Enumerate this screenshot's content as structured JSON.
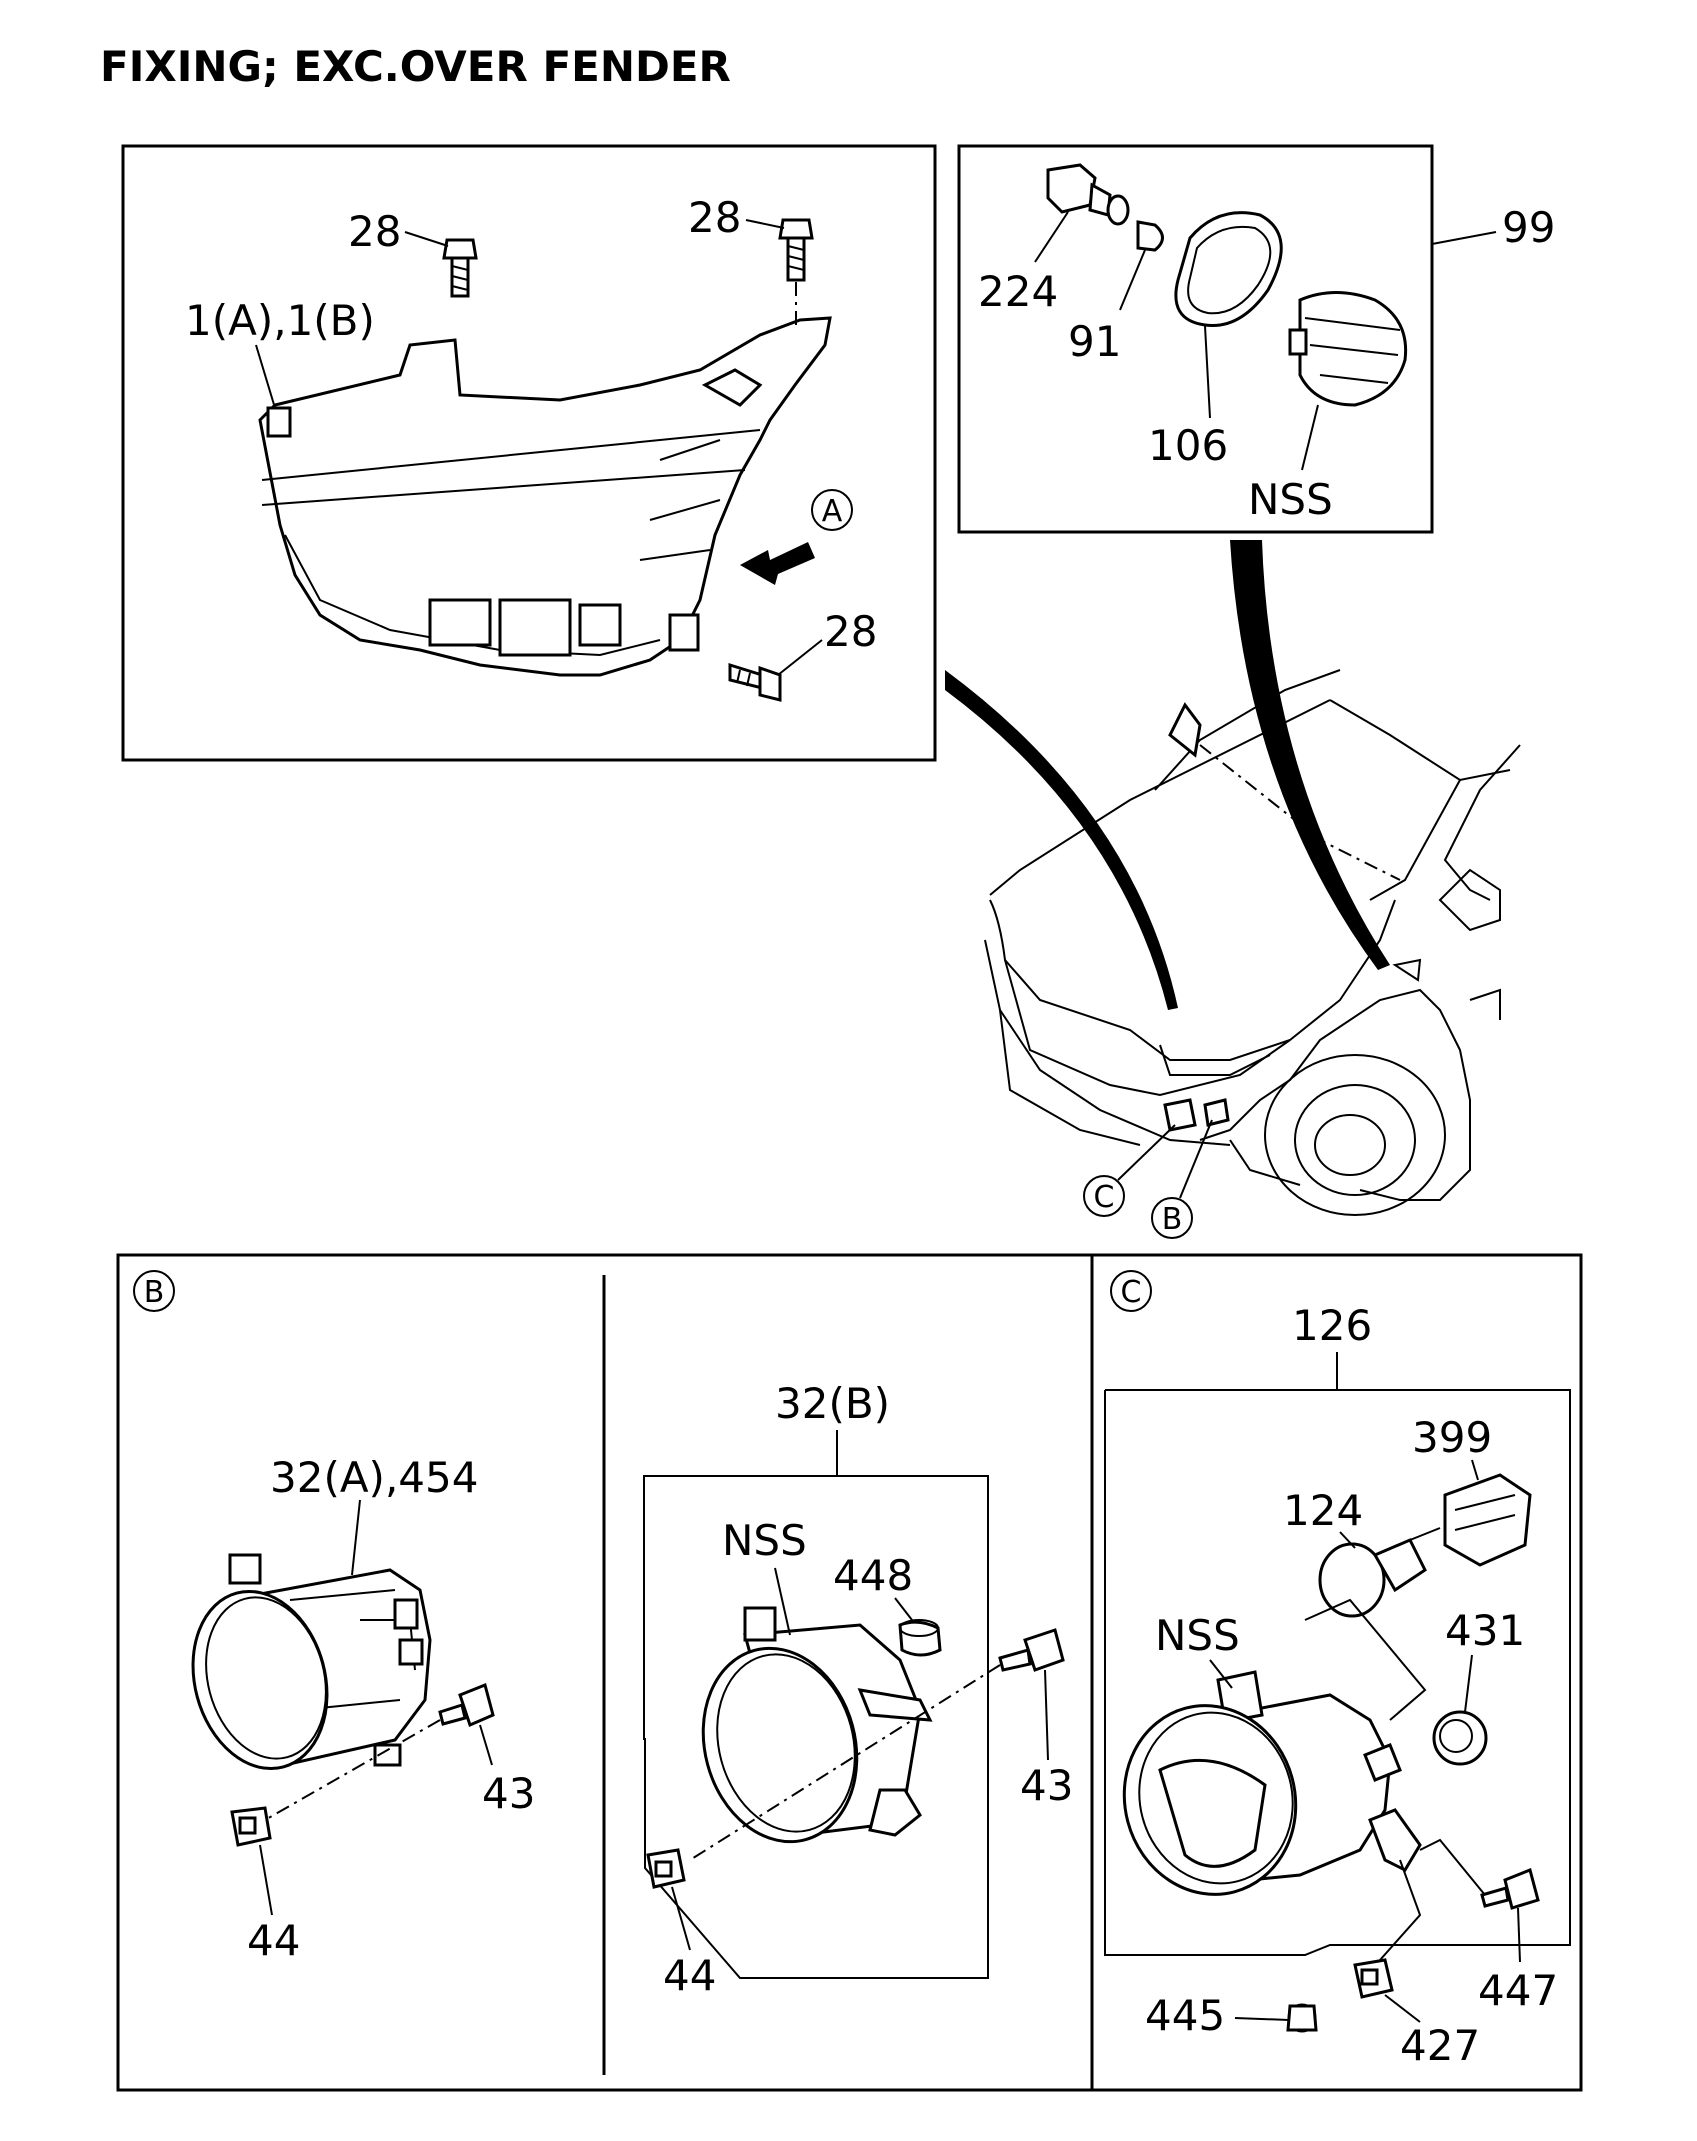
{
  "title": "FIXING; EXC.OVER FENDER",
  "markers": {
    "a": "A",
    "b": "B",
    "c": "C"
  },
  "panel_headlamp": {
    "bolt_top_left": "28",
    "bolt_top_right": "28",
    "bolt_bottom": "28",
    "headlamp": "1(A),1(B)"
  },
  "panel_side_lamp": {
    "assembly": "99",
    "socket": "224",
    "bulb": "91",
    "gasket": "106",
    "lens": "NSS"
  },
  "panel_b_left": {
    "fog_lamp": "32(A),454",
    "screw": "43",
    "nut": "44"
  },
  "panel_b_right": {
    "fog_lamp": "32(B)",
    "housing": "NSS",
    "cap": "448",
    "screw": "43",
    "nut": "44"
  },
  "panel_c": {
    "assembly": "126",
    "socket": "399",
    "bulb": "124",
    "housing": "NSS",
    "grommet": "431",
    "screw_right": "447",
    "screw_left": "445",
    "nut": "427"
  }
}
